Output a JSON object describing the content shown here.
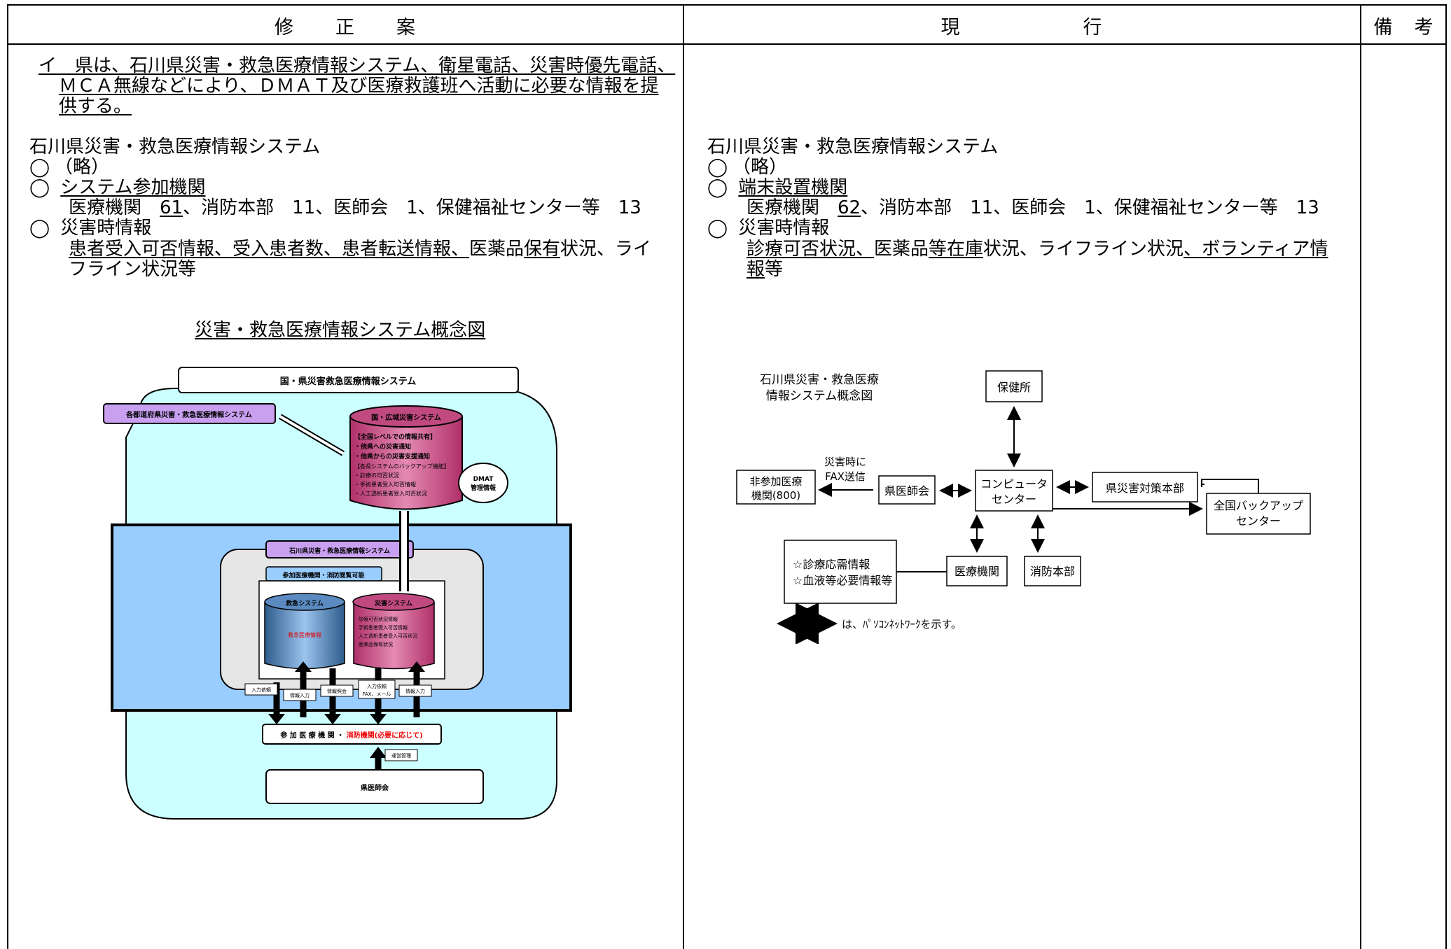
{
  "header": {
    "col1": "修　　正　　案",
    "col2": "現　　　　　　行",
    "col3": "備　考"
  },
  "left": {
    "item_i": {
      "marker": "イ",
      "line1": "　県は、石川県災害・救急医療情報システム、衛星電話、災害時優先電話、",
      "line2": "ＭＣＡ無線などにより、ＤＭＡＴ及び医療救護班へ活動に必要な情報を提",
      "line3": "供する。"
    },
    "system_title": "石川県災害・救急医療情報システム",
    "bullet": "◯",
    "ryaku": "（略）",
    "part_heading": "システム参加機関",
    "part_line_a": "医療機関　",
    "part_num": "61",
    "part_line_b": "、消防本部　11、医師会　1、保健福祉センター等　13",
    "disaster_heading": "災害時情報",
    "disaster_l1a": "患者受入可否情報、受入患者数、患者転送情報、",
    "disaster_l1b": "医薬品",
    "disaster_l1c": "保有",
    "disaster_l1d": "状況、ライ",
    "disaster_l2": "フライン状況等",
    "diagram_title": "災害・救急医療情報システム概念図",
    "diagram": {
      "national": "国・県災害救急医療情報システム",
      "prefs": "各都道府県災害・救急医療情報システム",
      "wide": "国・広域災害システム",
      "wide_l1": "【全国レベルでの情報共有】",
      "wide_l2": "・他県への災害通知",
      "wide_l3": "・他県からの災害支援通知",
      "wide_l4": "【各県システムのバックアップ機能】",
      "wide_l5": "・診療の可否状況",
      "wide_l6": "・手術患者受入可否情報",
      "wide_l7": "・人工透析患者受入可否状況",
      "dmat1": "DMAT",
      "dmat2": "管理情報",
      "ishikawa": "石川県災害・救急医療情報システム",
      "browse": "参加医療機関・消防閲覧可能",
      "emergency": "救急システム",
      "emergency_sub": "救急医療情報",
      "disaster": "災害システム",
      "d1": "診療可否状況情報",
      "d2": "手術患者受入可否情報",
      "d3": "人工透析患者受入可否状況",
      "d4": "医薬品保有状況",
      "a1": "入力依頼",
      "a2": "情報入力",
      "a3": "情報照会",
      "a4a": "入力依頼",
      "a4b": "FAX、メール",
      "a5": "情報入力",
      "participants_a": "参 加 医 療 機 関 ・ ",
      "participants_b": "消防機関(必要に応じて)",
      "ops": "運営管理",
      "medassoc": "県医師会"
    }
  },
  "right": {
    "system_title": "石川県災害・救急医療情報システム",
    "bullet": "◯",
    "ryaku": "（略）",
    "term_heading": "端末設置機関",
    "term_line_a": "医療機関　",
    "term_num": "62",
    "term_line_b": "、消防本部　11、医師会　1、保健福祉センター等　13",
    "disaster_heading": "災害時情報",
    "dis_l1a": "診療可否状況、",
    "dis_l1b": "医薬品",
    "dis_l1c": "等在庫",
    "dis_l1d": "状況、ライフライン状況",
    "dis_l1e": "、ボランティア情",
    "dis_l2a": "報",
    "dis_l2b": "等",
    "diagram": {
      "title1": "石川県災害・救急医療",
      "title2": "情報システム概念図",
      "hokenjo": "保健所",
      "nonpart1": "非参加医療",
      "nonpart2": "機関(800)",
      "fax1": "災害時に",
      "fax2": "FAX送信",
      "medassoc": "県医師会",
      "computer1": "コンピュータ",
      "computer2": "センター",
      "hq": "県災害対策本部",
      "backup1": "全国バックアップ",
      "backup2": "センター",
      "info1": "☆診療応需情報",
      "info2": "☆血液等必要情報等",
      "med": "医療機関",
      "fire": "消防本部",
      "legend": "は、ﾊﾟｿｺﾝﾈｯﾄﾜｰｸを示す。"
    }
  }
}
